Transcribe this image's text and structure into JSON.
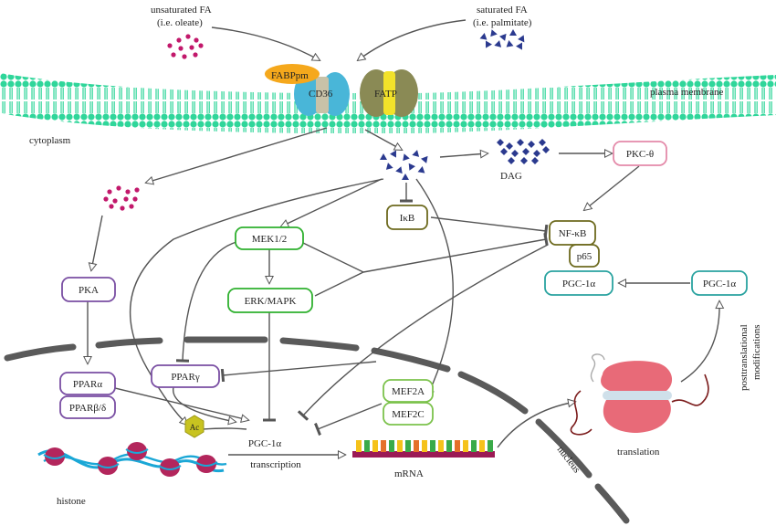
{
  "labels": {
    "unsat_fa_line1": "unsaturated FA",
    "unsat_fa_line2": "(i.e. oleate)",
    "sat_fa_line1": "saturated FA",
    "sat_fa_line2": "(i.e. palmitate)",
    "fabppm": "FABPpm",
    "cd36": "CD36",
    "fatp": "FATP",
    "plasma_membrane": "plasma membrane",
    "cytoplasm": "cytoplasm",
    "dag": "DAG",
    "ac": "Ac",
    "pgc_transcription_line1": "PGC-1α",
    "pgc_transcription_line2": "transcription",
    "mrna": "mRNA",
    "histone": "histone",
    "nucleus": "nucleus",
    "translation": "translation",
    "posttranslational_line1": "posttranslational",
    "posttranslational_line2": "modifications"
  },
  "boxes": {
    "pkc_theta": "PKC-θ",
    "ikb": "IκB",
    "nfkb": "NF-κB",
    "p65": "p65",
    "pgc1a_left": "PGC-1α",
    "pgc1a_right": "PGC-1α",
    "mek12": "MEK1/2",
    "erk_mapk": "ERK/MAPK",
    "pka": "PKA",
    "ppar_alpha": "PPARα",
    "ppar_beta_delta": "PPARβ/δ",
    "ppar_gamma": "PPARγ",
    "mef2a": "MEF2A",
    "mef2c": "MEF2C"
  },
  "colors": {
    "membrane": "#2fd69a",
    "membrane_dark": "#1db383",
    "cd36": "#49b6d8",
    "fabppm": "#f5a81c",
    "fatp": "#8a8a55",
    "fatp_core": "#f2e22a",
    "unsat_dots": "#c2186b",
    "sat_triangles": "#2b3a8f",
    "pink_box": "#e48aa9",
    "olive_box": "#6d6a1e",
    "teal_box": "#2aa3a0",
    "green_box": "#2fb12f",
    "purple_box": "#7a4fa3",
    "light_green_box": "#7cc24c",
    "arrow": "#555555",
    "nucleus": "#555555",
    "ribosome": "#e86a78"
  }
}
